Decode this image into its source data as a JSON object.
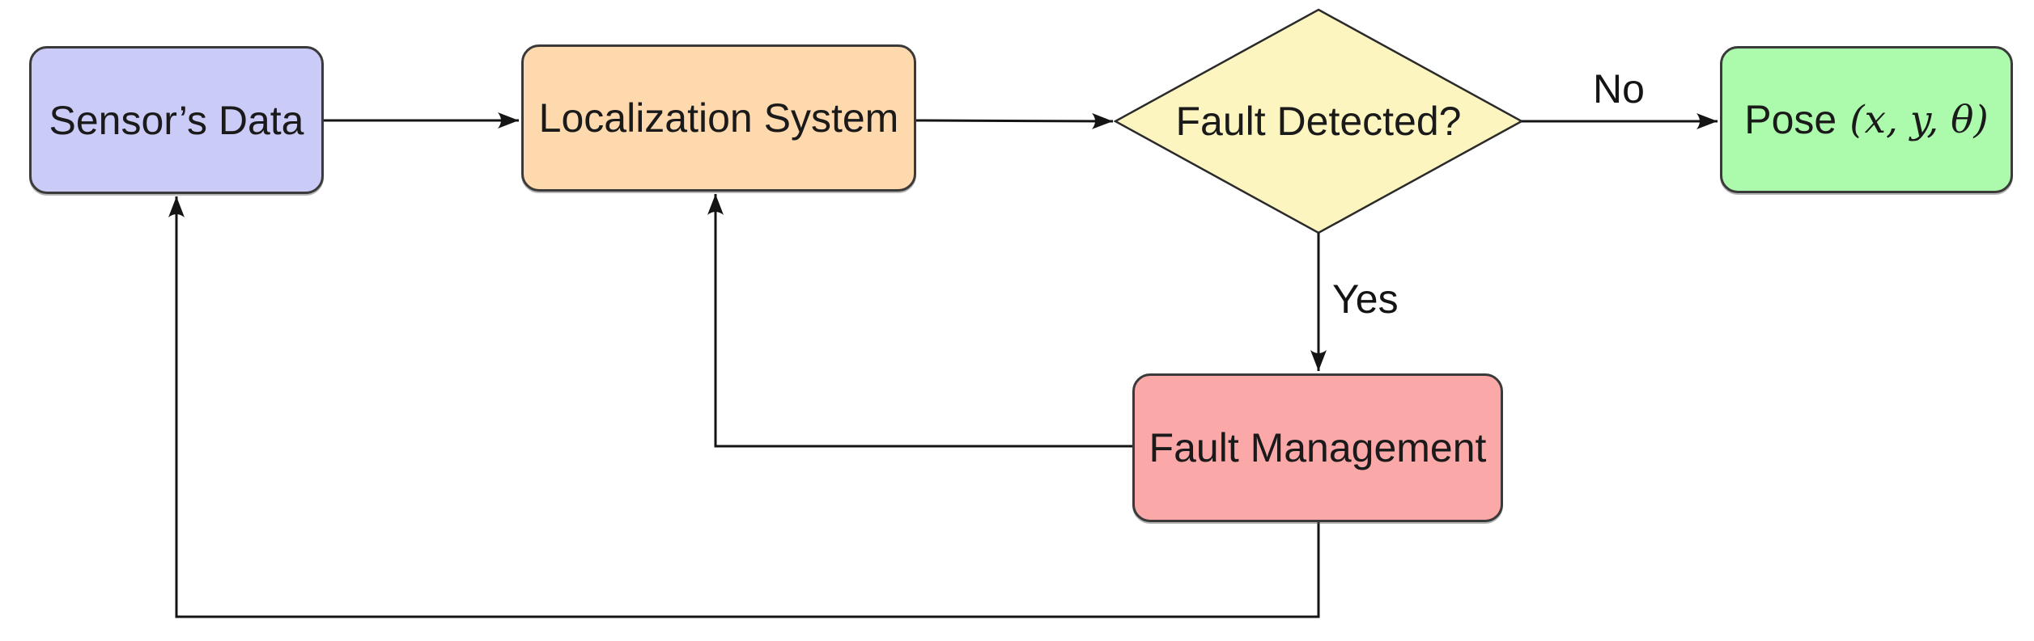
{
  "diagram": {
    "type": "flowchart",
    "nodes": {
      "sensor": {
        "label": "Sensor’s Data",
        "shape": "rounded-rect",
        "fill": "#cbcbf7"
      },
      "localization": {
        "label": "Localization System",
        "shape": "rounded-rect",
        "fill": "#fed9ad"
      },
      "fault_detected": {
        "label": "Fault Detected?",
        "shape": "diamond",
        "fill": "#fcf5c0"
      },
      "pose": {
        "label_text": "Pose",
        "label_math": "(x, y, θ)",
        "shape": "rounded-rect",
        "fill": "#acfaac"
      },
      "fault_management": {
        "label": "Fault Management",
        "shape": "rounded-rect",
        "fill": "#fba8a8"
      }
    },
    "edges": [
      {
        "from": "sensor",
        "to": "localization",
        "label": ""
      },
      {
        "from": "localization",
        "to": "fault_detected",
        "label": ""
      },
      {
        "from": "fault_detected",
        "to": "pose",
        "label": "No"
      },
      {
        "from": "fault_detected",
        "to": "fault_management",
        "label": "Yes"
      },
      {
        "from": "fault_management",
        "to": "localization",
        "label": ""
      },
      {
        "from": "fault_management",
        "to": "sensor",
        "label": ""
      }
    ],
    "colors": {
      "line": "#141414",
      "node_border": "#3a3a3a",
      "text": "#1a1a1a",
      "background": "#ffffff"
    }
  }
}
